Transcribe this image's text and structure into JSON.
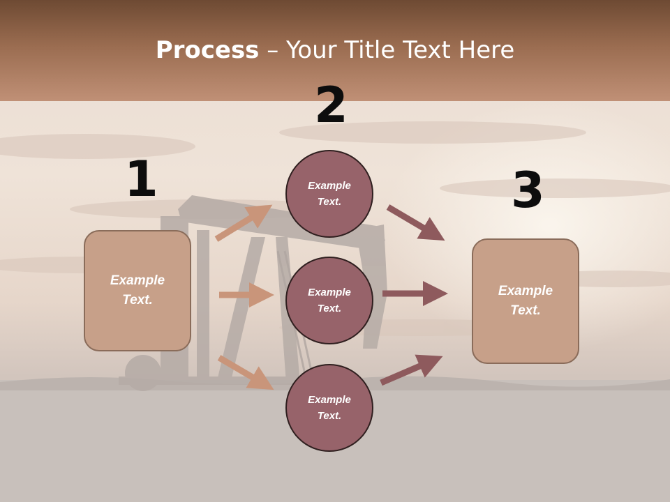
{
  "title": {
    "bold": "Process",
    "rest": " – Your Title Text Here"
  },
  "steps": {
    "one": "1",
    "two": "2",
    "three": "3"
  },
  "left_box": "Example Text.",
  "right_box": "Example Text.",
  "circles": [
    "Example Text.",
    "Example Text.",
    "Example Text."
  ],
  "colors": {
    "header": "#9a6c50",
    "box": "#c7a089",
    "circle": "#97636a",
    "arrow_light": "#c9957a",
    "arrow_dark": "#8e5a5d"
  }
}
